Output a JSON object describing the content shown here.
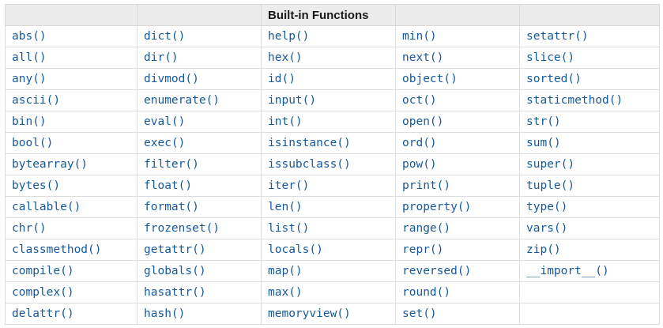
{
  "table": {
    "title": "Built-in Functions",
    "header": [
      "",
      "",
      "Built-in Functions",
      "",
      ""
    ],
    "rows": [
      [
        "abs()",
        "dict()",
        "help()",
        "min()",
        "setattr()"
      ],
      [
        "all()",
        "dir()",
        "hex()",
        "next()",
        "slice()"
      ],
      [
        "any()",
        "divmod()",
        "id()",
        "object()",
        "sorted()"
      ],
      [
        "ascii()",
        "enumerate()",
        "input()",
        "oct()",
        "staticmethod()"
      ],
      [
        "bin()",
        "eval()",
        "int()",
        "open()",
        "str()"
      ],
      [
        "bool()",
        "exec()",
        "isinstance()",
        "ord()",
        "sum()"
      ],
      [
        "bytearray()",
        "filter()",
        "issubclass()",
        "pow()",
        "super()"
      ],
      [
        "bytes()",
        "float()",
        "iter()",
        "print()",
        "tuple()"
      ],
      [
        "callable()",
        "format()",
        "len()",
        "property()",
        "type()"
      ],
      [
        "chr()",
        "frozenset()",
        "list()",
        "range()",
        "vars()"
      ],
      [
        "classmethod()",
        "getattr()",
        "locals()",
        "repr()",
        "zip()"
      ],
      [
        "compile()",
        "globals()",
        "map()",
        "reversed()",
        "__import__()"
      ],
      [
        "complex()",
        "hasattr()",
        "max()",
        "round()",
        ""
      ],
      [
        "delattr()",
        "hash()",
        "memoryview()",
        "set()",
        ""
      ]
    ]
  },
  "colors": {
    "link_blue": "#15599d",
    "header_background": "#ececec",
    "cell_border": "#dedede",
    "header_text": "#1a1a1a",
    "page_background": "#ffffff"
  }
}
